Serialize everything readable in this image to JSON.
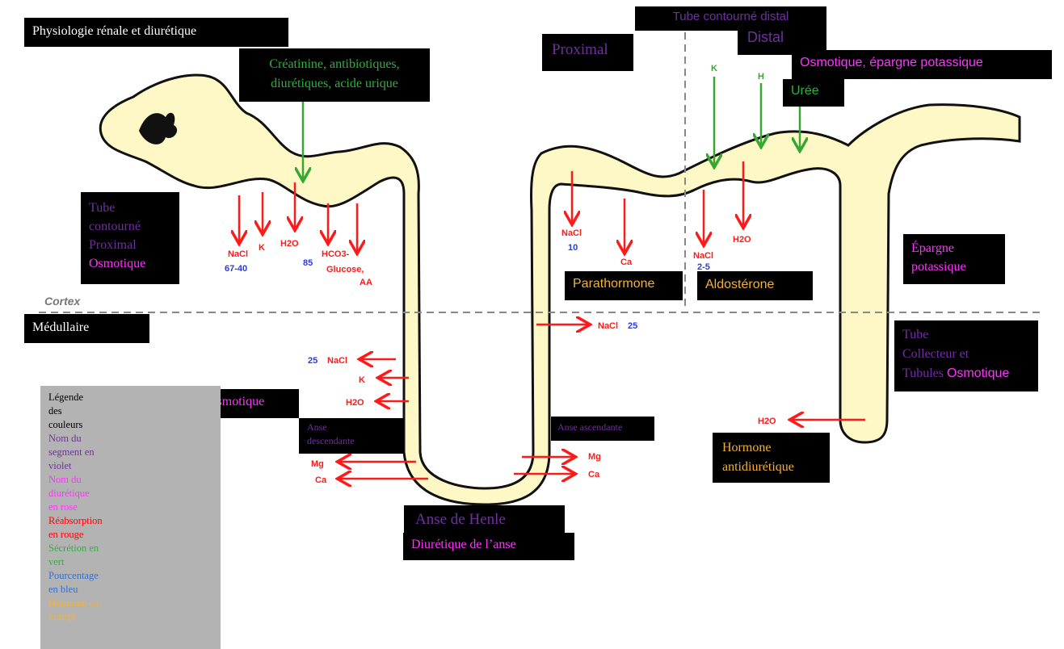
{
  "title": "Physiologie rénale et diurétique",
  "zones": {
    "cortex": "Cortex",
    "medulla": "Médullaire"
  },
  "segments": {
    "proximal_tube": [
      "Tube",
      "contourné",
      "Proximal"
    ],
    "proximal_drug": "Osmotique",
    "proximal_secretion": [
      "Créatinine, antibiotiques,",
      "diurétiques, acide urique"
    ],
    "ascending_header": "Proximal",
    "distal_header": "Tube contourné distal",
    "distal_label": "Distal",
    "distal_drug": "Osmotique, épargne potassique",
    "uree": "Urée",
    "epargne": [
      "Épargne",
      "potassique"
    ],
    "collector": [
      "Tube",
      "Collecteur et",
      "Tubules"
    ],
    "collector_drug": "Osmotique",
    "descending_drug": "Osmotique",
    "anse_descendante": [
      "Anse",
      "descendante"
    ],
    "anse_ascendante": "Anse ascendante",
    "anse_henle": "Anse de Henle",
    "anse_drug": "Diurétique de l’anse"
  },
  "hormones": {
    "parathormone": "Parathormone",
    "aldosterone": "Aldostérone",
    "adh": [
      "Hormone",
      "antidiurétique"
    ]
  },
  "ions": {
    "prox_nacl": "NaCl",
    "prox_nacl_pct": "67-40",
    "prox_k": "K",
    "prox_h2o": "H2O",
    "prox_hco3": "HCO3-",
    "prox_hco3_pct": "85",
    "prox_glucose": [
      "Glucose,",
      "AA"
    ],
    "desc_nacl_pct": "25",
    "desc_nacl": "NaCl",
    "desc_k": "K",
    "desc_h2o": "H2O",
    "desc_mg": "Mg",
    "desc_ca": "Ca",
    "asc_mg": "Mg",
    "asc_ca": "Ca",
    "asc_nacl": "NaCl",
    "asc_nacl_pct": "25",
    "thick_nacl": "NaCl",
    "thick_nacl_pct": "10",
    "thick_ca": "Ca",
    "dist_nacl": "NaCl",
    "dist_nacl_pct": "2-5",
    "dist_h2o": "H2O",
    "sec_k": "K",
    "sec_h": "H",
    "coll_h2o": "H2O"
  },
  "legend": [
    {
      "text": "Légende",
      "color": "#000000"
    },
    {
      "text": "des",
      "color": "#000000"
    },
    {
      "text": "couleurs",
      "color": "#000000"
    },
    {
      "text": "Nom du",
      "color": "#7030a0"
    },
    {
      "text": "segment en",
      "color": "#7030a0"
    },
    {
      "text": "violet",
      "color": "#7030a0"
    },
    {
      "text": "Nom du",
      "color": "#ff33ff"
    },
    {
      "text": "diurétique",
      "color": "#ff33ff"
    },
    {
      "text": "en rose",
      "color": "#ff33ff"
    },
    {
      "text": "Réabsorption",
      "color": "#ff0000"
    },
    {
      "text": "en rouge",
      "color": "#ff0000"
    },
    {
      "text": "Sécrétion en",
      "color": "#2db33c"
    },
    {
      "text": "vert",
      "color": "#2db33c"
    },
    {
      "text": "Pourcentage",
      "color": "#2f6fd8"
    },
    {
      "text": "en bleu",
      "color": "#2f6fd8"
    },
    {
      "text": "Hormone en",
      "color": "#f5b233"
    },
    {
      "text": "orange",
      "color": "#f5b233"
    }
  ],
  "colors": {
    "tubule": "#fdf8c6",
    "reabsorption": "#ff1a1a",
    "secretion": "#36a831",
    "percentage": "#2b3bdc",
    "segment": "#7030a0",
    "diuretic": "#ff33ff",
    "hormone": "#f5b233"
  }
}
